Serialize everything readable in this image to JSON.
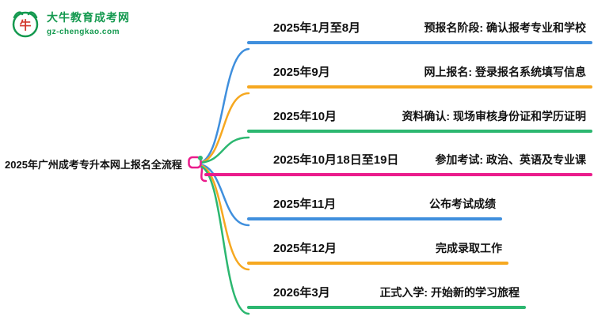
{
  "logo": {
    "name": "大牛教育成考网",
    "domain": "gz-chengkao.com",
    "icon": "bull-logo",
    "brand_color": "#14994f"
  },
  "root": {
    "title": "2025年广州成考专升本网上报名全流程"
  },
  "marker_colors": {
    "pink": "#ea1c8c",
    "green": "#2cb770"
  },
  "branches": [
    {
      "date": "2025年1月至8月",
      "desc": "预报名阶段: 确认报考专业和学校",
      "color": "#3f8fdd"
    },
    {
      "date": "2025年9月",
      "desc": "网上报名: 登录报名系统填写信息",
      "color": "#f6a820"
    },
    {
      "date": "2025年10月",
      "desc": "资料确认: 现场审核身份证和学历证明",
      "color": "#2cb770"
    },
    {
      "date": "2025年10月18日至19日",
      "desc": "参加考试: 政治、英语及专业课",
      "color": "#ea1c8c"
    },
    {
      "date": "2025年11月",
      "desc": "公布考试成绩",
      "color": "#3f8fdd"
    },
    {
      "date": "2025年12月",
      "desc": "完成录取工作",
      "color": "#f6a820"
    },
    {
      "date": "2026年3月",
      "desc": "正式入学: 开始新的学习旅程",
      "color": "#2cb770"
    }
  ]
}
